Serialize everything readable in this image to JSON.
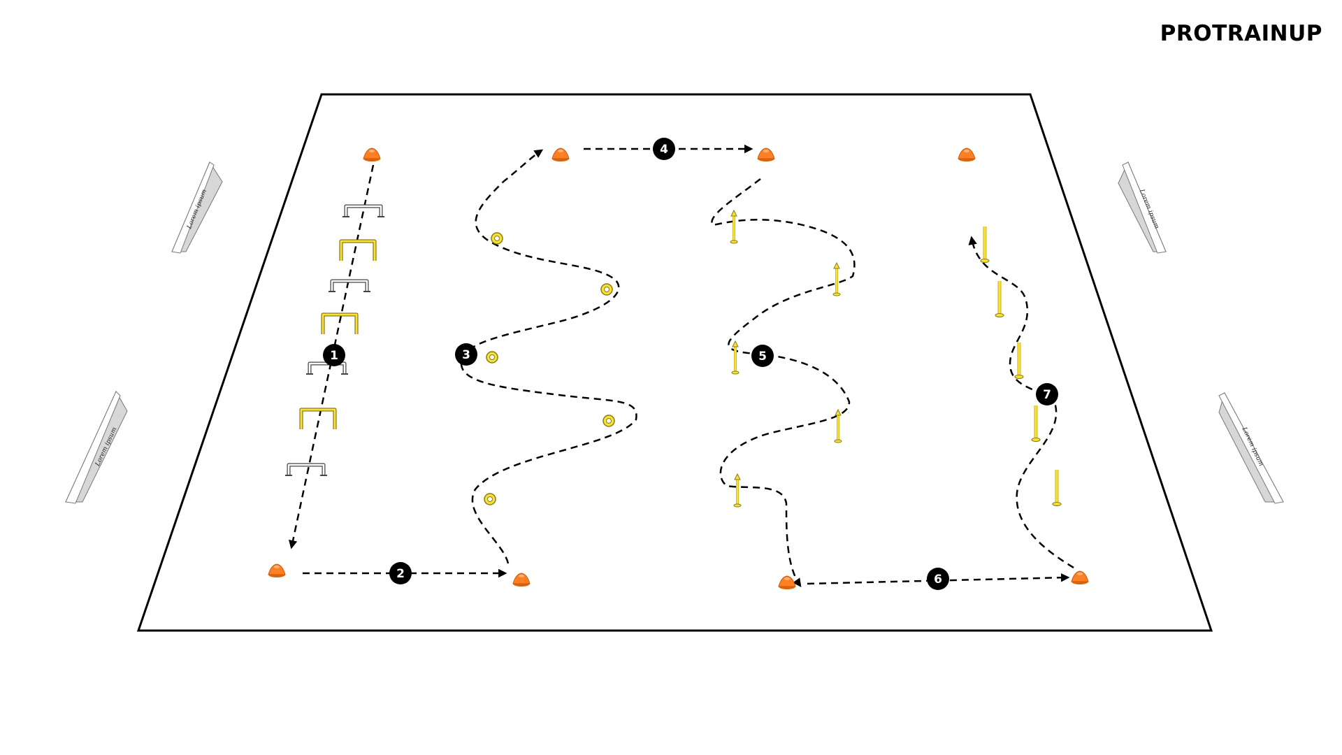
{
  "brand": {
    "name": "PROTRAINUP"
  },
  "step_labels": [
    "1",
    "2",
    "3",
    "4",
    "5",
    "6",
    "7"
  ],
  "banners": [
    "Lorem ipsum",
    "Lorem ipsum",
    "Lorem ipsum",
    "Lorem ipsum"
  ],
  "colors": {
    "cone": "#ff7f22",
    "equipment_yellow": "#f7e13a",
    "hurdle_white": "#ffffff",
    "field_line": "#000000",
    "label_circle": "#000000"
  },
  "icons": [
    "cone-icon",
    "hurdle-icon",
    "ring-icon",
    "pole-icon",
    "banner-icon",
    "arrow-icon"
  ]
}
